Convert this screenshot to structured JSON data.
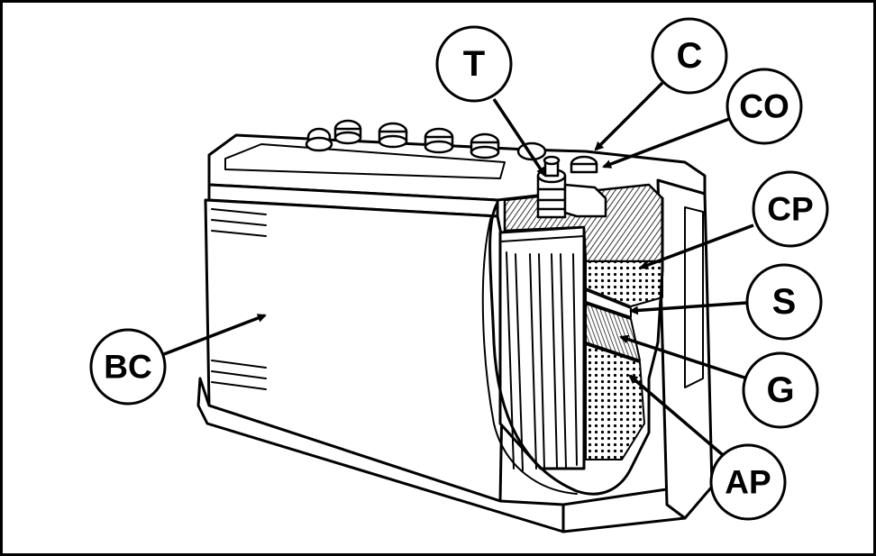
{
  "callouts": {
    "T": "T",
    "C": "C",
    "CO": "CO",
    "CP": "CP",
    "S": "S",
    "G": "G",
    "AP": "AP",
    "BC": "BC"
  },
  "colors": {
    "ink": "#000000",
    "paper": "#ffffff"
  }
}
